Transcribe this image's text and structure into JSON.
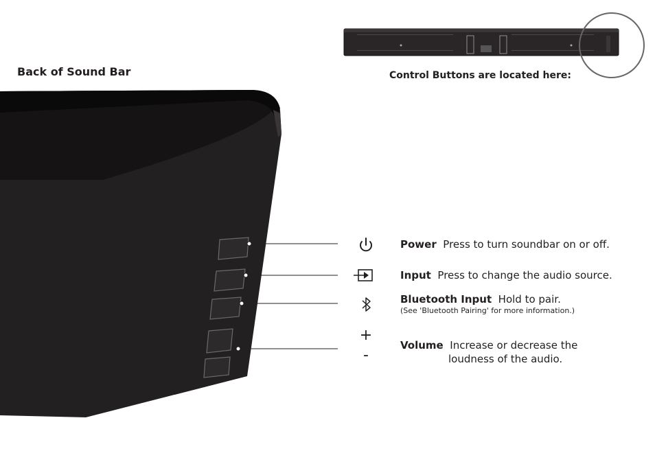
{
  "labels": {
    "back_title": "Back of Sound Bar",
    "control_location": "Control Buttons are located here:"
  },
  "controls": [
    {
      "name": "Power",
      "description": "Press to turn soundbar on or off.",
      "icon": "power-icon"
    },
    {
      "name": "Input",
      "description": "Press to change the audio source.",
      "icon": "input-icon"
    },
    {
      "name": "Bluetooth Input",
      "description": "Hold to pair.",
      "note": "(See 'Bluetooth Pairing' for more information.)",
      "icon": "bluetooth-icon"
    },
    {
      "name": "Volume",
      "description_line1": "Increase or decrease the",
      "description_line2": "loudness of the audio.",
      "icon_plus": "+",
      "icon_minus": "-"
    }
  ],
  "colors": {
    "body": "#242021",
    "body_dark": "#111111",
    "text": "#231f20",
    "callout_circle": "#555555"
  }
}
